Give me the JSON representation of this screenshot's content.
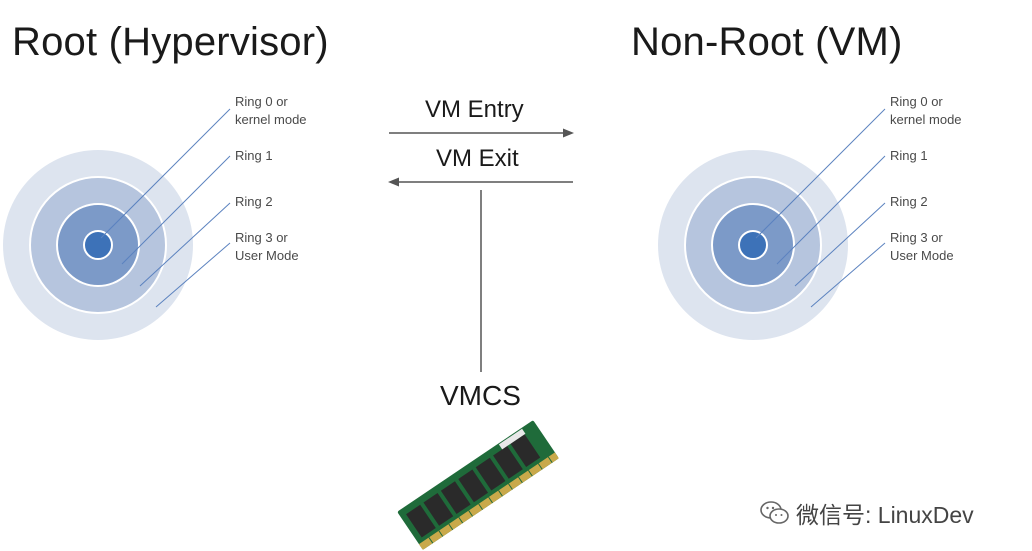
{
  "titles": {
    "root": "Root (Hypervisor)",
    "non_root": "Non-Root (VM)"
  },
  "ring_labels": [
    "Ring 0 or\nkernel mode",
    "Ring 1",
    "Ring 2",
    "Ring 3 or\nUser Mode"
  ],
  "transitions": {
    "entry": "VM Entry",
    "exit": "VM Exit"
  },
  "vmcs_label": "VMCS",
  "watermark": {
    "icon": "wechat-icon",
    "text": "微信号: LinuxDev"
  },
  "colors": {
    "ring0": "#3d72b8",
    "ring1": "#7c9ac8",
    "ring2": "#b6c5de",
    "ring3": "#dde4ef",
    "leader_line": "#5b82bf",
    "arrow": "#555555",
    "ram_board": "#1f6b3a",
    "ram_chip": "#2a2a2a",
    "ram_pins": "#c9a94a"
  }
}
